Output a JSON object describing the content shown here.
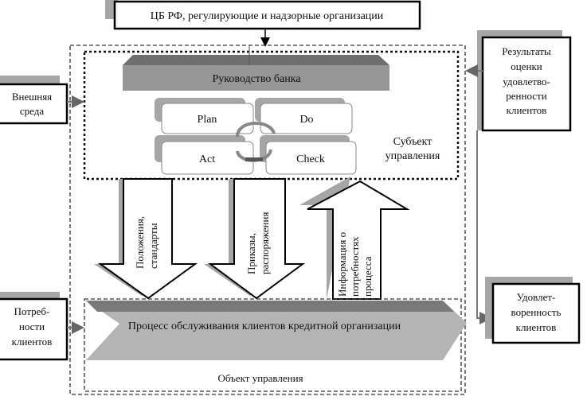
{
  "regulators": "ЦБ РФ, регулирующие и надзорные организации",
  "management": "Руководство банка",
  "pdca": {
    "plan": "Plan",
    "do": "Do",
    "act": "Act",
    "check": "Check"
  },
  "subject": [
    "Субъект",
    "управления"
  ],
  "external": [
    "Внешняя",
    "среда"
  ],
  "results": [
    "Результаты",
    "оценки",
    "удовлетво-",
    "ренности",
    "клиентов"
  ],
  "needs": [
    "Потреб-",
    "ности",
    "клиентов"
  ],
  "satisfaction": [
    "Удовлет-",
    "воренность",
    "клиентов"
  ],
  "arrows": {
    "regulations": [
      "Положения,",
      "стандарты"
    ],
    "orders": [
      "Приказы,",
      "распоряжения"
    ],
    "info": [
      "Информация о",
      "потребностях",
      "процесса"
    ]
  },
  "process": "Процесс обслуживания клиентов кредитной организации",
  "object": "Объект управления",
  "colors": {
    "shadow": "#a6a6a6",
    "bar": "#8c8c8c",
    "line": "#777777"
  }
}
